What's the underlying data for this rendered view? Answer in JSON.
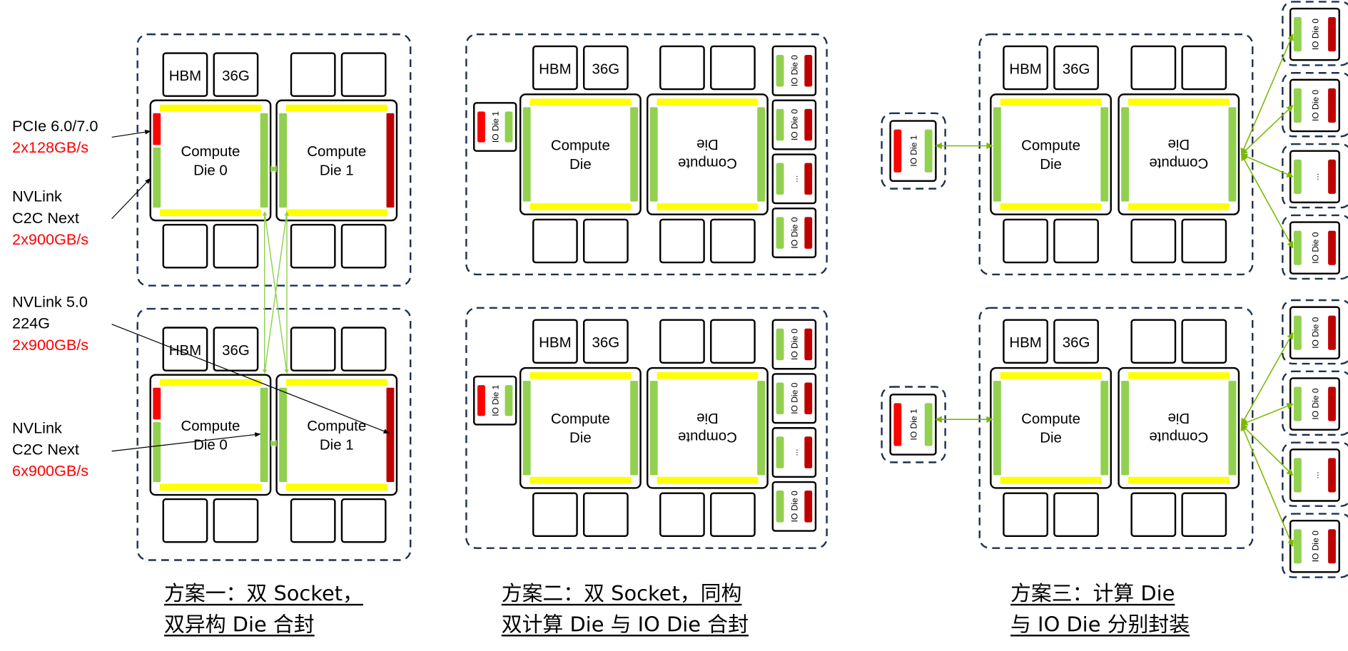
{
  "diagram": {
    "colors": {
      "package_border": "#1f3150",
      "d2d_bar": "#ffff00",
      "nvlink_bar": "#92d050",
      "pcie_bar": "#ff0000",
      "nvlink5_bar": "#c00000",
      "link_arrow": "#7ab800",
      "highlight_text": "#ff0000"
    },
    "hbm": {
      "label": "HBM",
      "capacity": "36G"
    },
    "scheme1": {
      "die0": "Compute\nDie 0",
      "die0_line1": "Compute",
      "die0_line2": "Die 0",
      "die1_line1": "Compute",
      "die1_line2": "Die 1",
      "annotations": [
        {
          "lines": [
            "PCIe 6.0/7.0"
          ],
          "value": "2x128GB/s"
        },
        {
          "lines": [
            "NVLink",
            "C2C Next"
          ],
          "value": "2x900GB/s"
        },
        {
          "lines": [
            "NVLink 5.0",
            "224G"
          ],
          "value": "2x900GB/s"
        },
        {
          "lines": [
            "NVLink",
            "C2C Next"
          ],
          "value": "6x900GB/s"
        }
      ],
      "caption": [
        "方案一：双 Socket，",
        "双异构 Die 合封"
      ]
    },
    "scheme2": {
      "compute_line1": "Compute",
      "compute_line2": "Die",
      "io_die_left": "IO Die 1",
      "io_dies_right": [
        "IO Die 0",
        "IO Die 0",
        "...",
        "IO Die 0"
      ],
      "caption": [
        "方案二：双 Socket，同构",
        "双计算 Die 与 IO Die 合封"
      ]
    },
    "scheme3": {
      "compute_line1": "Compute",
      "compute_line2": "Die",
      "io_die_left": "IO Die 1",
      "io_dies_right": [
        "IO Die 0",
        "IO Die 0",
        "...",
        "IO Die 0"
      ],
      "caption": [
        "方案三：计算 Die",
        "与 IO Die 分别封装"
      ]
    }
  }
}
